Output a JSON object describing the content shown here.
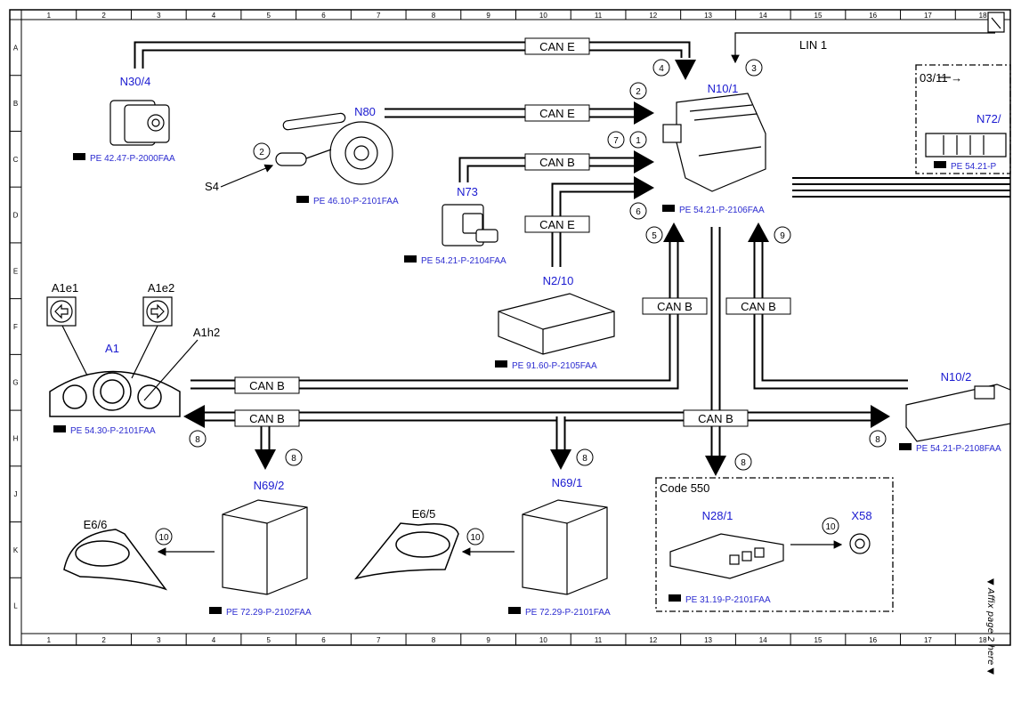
{
  "grid": {
    "columns": [
      "1",
      "2",
      "3",
      "4",
      "5",
      "6",
      "7",
      "8",
      "9",
      "10",
      "11",
      "12",
      "13",
      "14",
      "15",
      "16",
      "17",
      "18"
    ],
    "rows": [
      "A",
      "B",
      "C",
      "D",
      "E",
      "F",
      "G",
      "H",
      "J",
      "K",
      "L"
    ]
  },
  "bus_labels": {
    "can_e": "CAN E",
    "can_b": "CAN B",
    "lin_1": "LIN 1"
  },
  "components": {
    "n30_4": "N30/4",
    "n80": "N80",
    "n73": "N73",
    "n2_10": "N2/10",
    "n10_1": "N10/1",
    "n72": "N72/",
    "n10_2": "N10/2",
    "a1": "A1",
    "a1e1": "A1e1",
    "a1e2": "A1e2",
    "a1h2": "A1h2",
    "s4": "S4",
    "n69_2": "N69/2",
    "n69_1": "N69/1",
    "n28_1": "N28/1",
    "x58": "X58",
    "e6_6": "E6/6",
    "e6_5": "E6/5"
  },
  "references": {
    "n30_4": "PE 42.47-P-2000FAA",
    "n80": "PE 46.10-P-2101FAA",
    "n73": "PE 54.21-P-2104FAA",
    "n10_1": "PE 54.21-P-2106FAA",
    "n72": "PE 54.21-P",
    "n2_10": "PE 91.60-P-2105FAA",
    "a1": "PE 54.30-P-2101FAA",
    "n10_2": "PE 54.21-P-2108FAA",
    "n69_2": "PE 72.29-P-2102FAA",
    "n69_1": "PE 72.29-P-2101FAA",
    "n28_1": "PE 31.19-P-2101FAA"
  },
  "callouts": [
    "1",
    "2",
    "3",
    "4",
    "5",
    "6",
    "7",
    "8",
    "9",
    "10"
  ],
  "inset_labels": {
    "date_code": "03/11 →",
    "code_550": "Code 550"
  },
  "side_note": "▼ Affix page 2 here ▼"
}
